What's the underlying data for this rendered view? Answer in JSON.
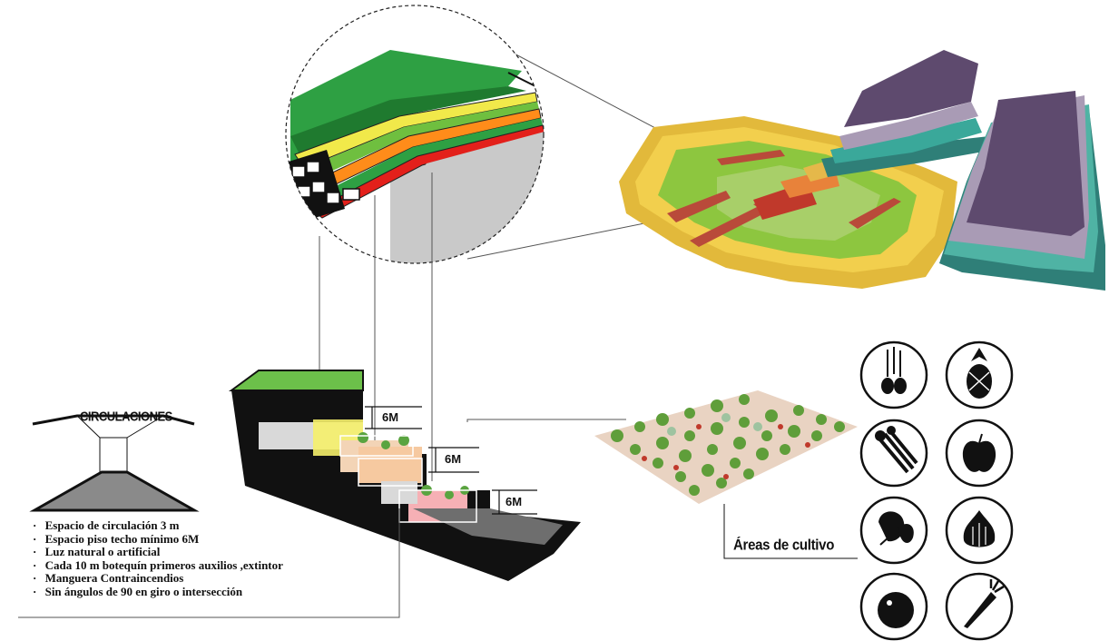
{
  "circulation": {
    "title": "CIRCULACIONES",
    "notes": [
      "Espacio de circulación 3 m",
      "Espacio piso techo mínimo  6M",
      "Luz natural o artificial",
      "Cada 10 m botequín primeros auxilios ,extintor",
      "Manguera Contraincendios",
      "Sin ángulos de 90 en giro  o intersección"
    ]
  },
  "section": {
    "heights": [
      "6M",
      "6M",
      "6M"
    ]
  },
  "crops": {
    "label": "Áreas de cultivo",
    "icons": [
      "onion-icon",
      "pineapple-icon",
      "celery-icon",
      "apple-icon",
      "spinach-icon",
      "garlic-icon",
      "tomato-icon",
      "carrot-icon"
    ]
  },
  "colors": {
    "green": "#3fa535",
    "lime": "#8dc63f",
    "yellow": "#e2b93b",
    "red": "#c0392b",
    "purple": "#5e4a6e",
    "lavender": "#a99bb5",
    "teal": "#2f7f78"
  }
}
